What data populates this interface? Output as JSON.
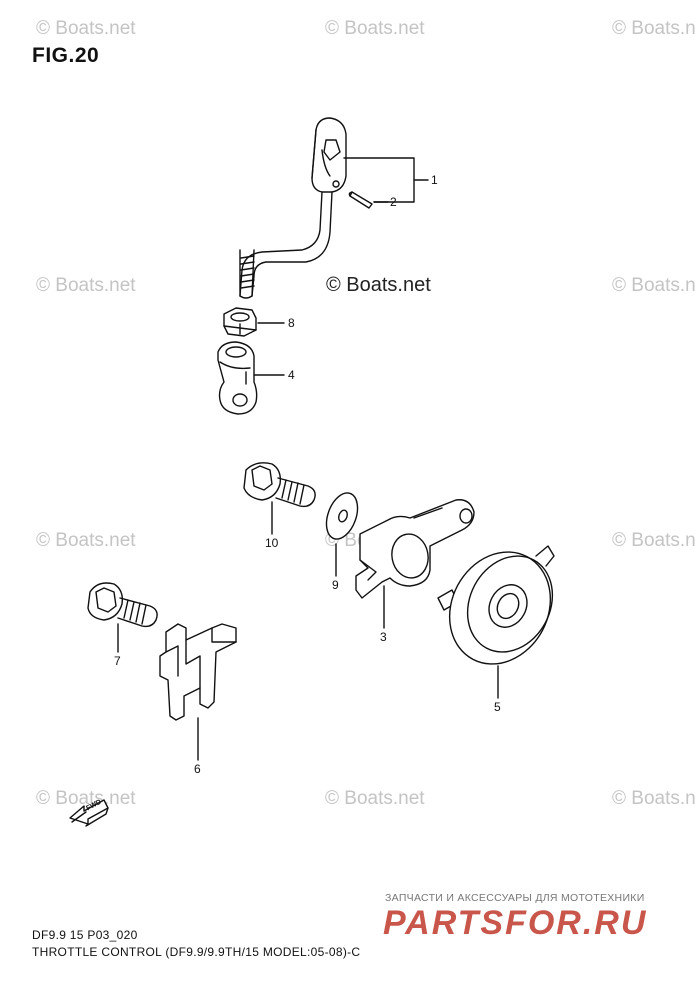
{
  "figure": {
    "title": "FIG.20"
  },
  "watermarks": {
    "repeated": "© Boats.net",
    "center": "© Boats.net"
  },
  "callouts": [
    {
      "id": "1",
      "label": "1"
    },
    {
      "id": "2",
      "label": "2"
    },
    {
      "id": "8",
      "label": "8"
    },
    {
      "id": "4",
      "label": "4"
    },
    {
      "id": "10",
      "label": "10"
    },
    {
      "id": "9",
      "label": "9"
    },
    {
      "id": "3",
      "label": "3"
    },
    {
      "id": "5",
      "label": "5"
    },
    {
      "id": "7",
      "label": "7"
    },
    {
      "id": "6",
      "label": "6"
    }
  ],
  "direction_indicator": {
    "label": "FWD"
  },
  "footer": {
    "code": "DF9.9 15 P03_020",
    "title": "THROTTLE CONTROL (DF9.9/9.9TH/15 MODEL:05-08)-C"
  },
  "promo": {
    "tagline": "ЗАПЧАСТИ И АКСЕССУАРЫ ДЛЯ МОТОТЕХНИКИ",
    "logo": "PARTSFOR.RU"
  },
  "colors": {
    "line": "#111111",
    "watermark": "#c4c4c4",
    "promo": "#c0392b"
  }
}
